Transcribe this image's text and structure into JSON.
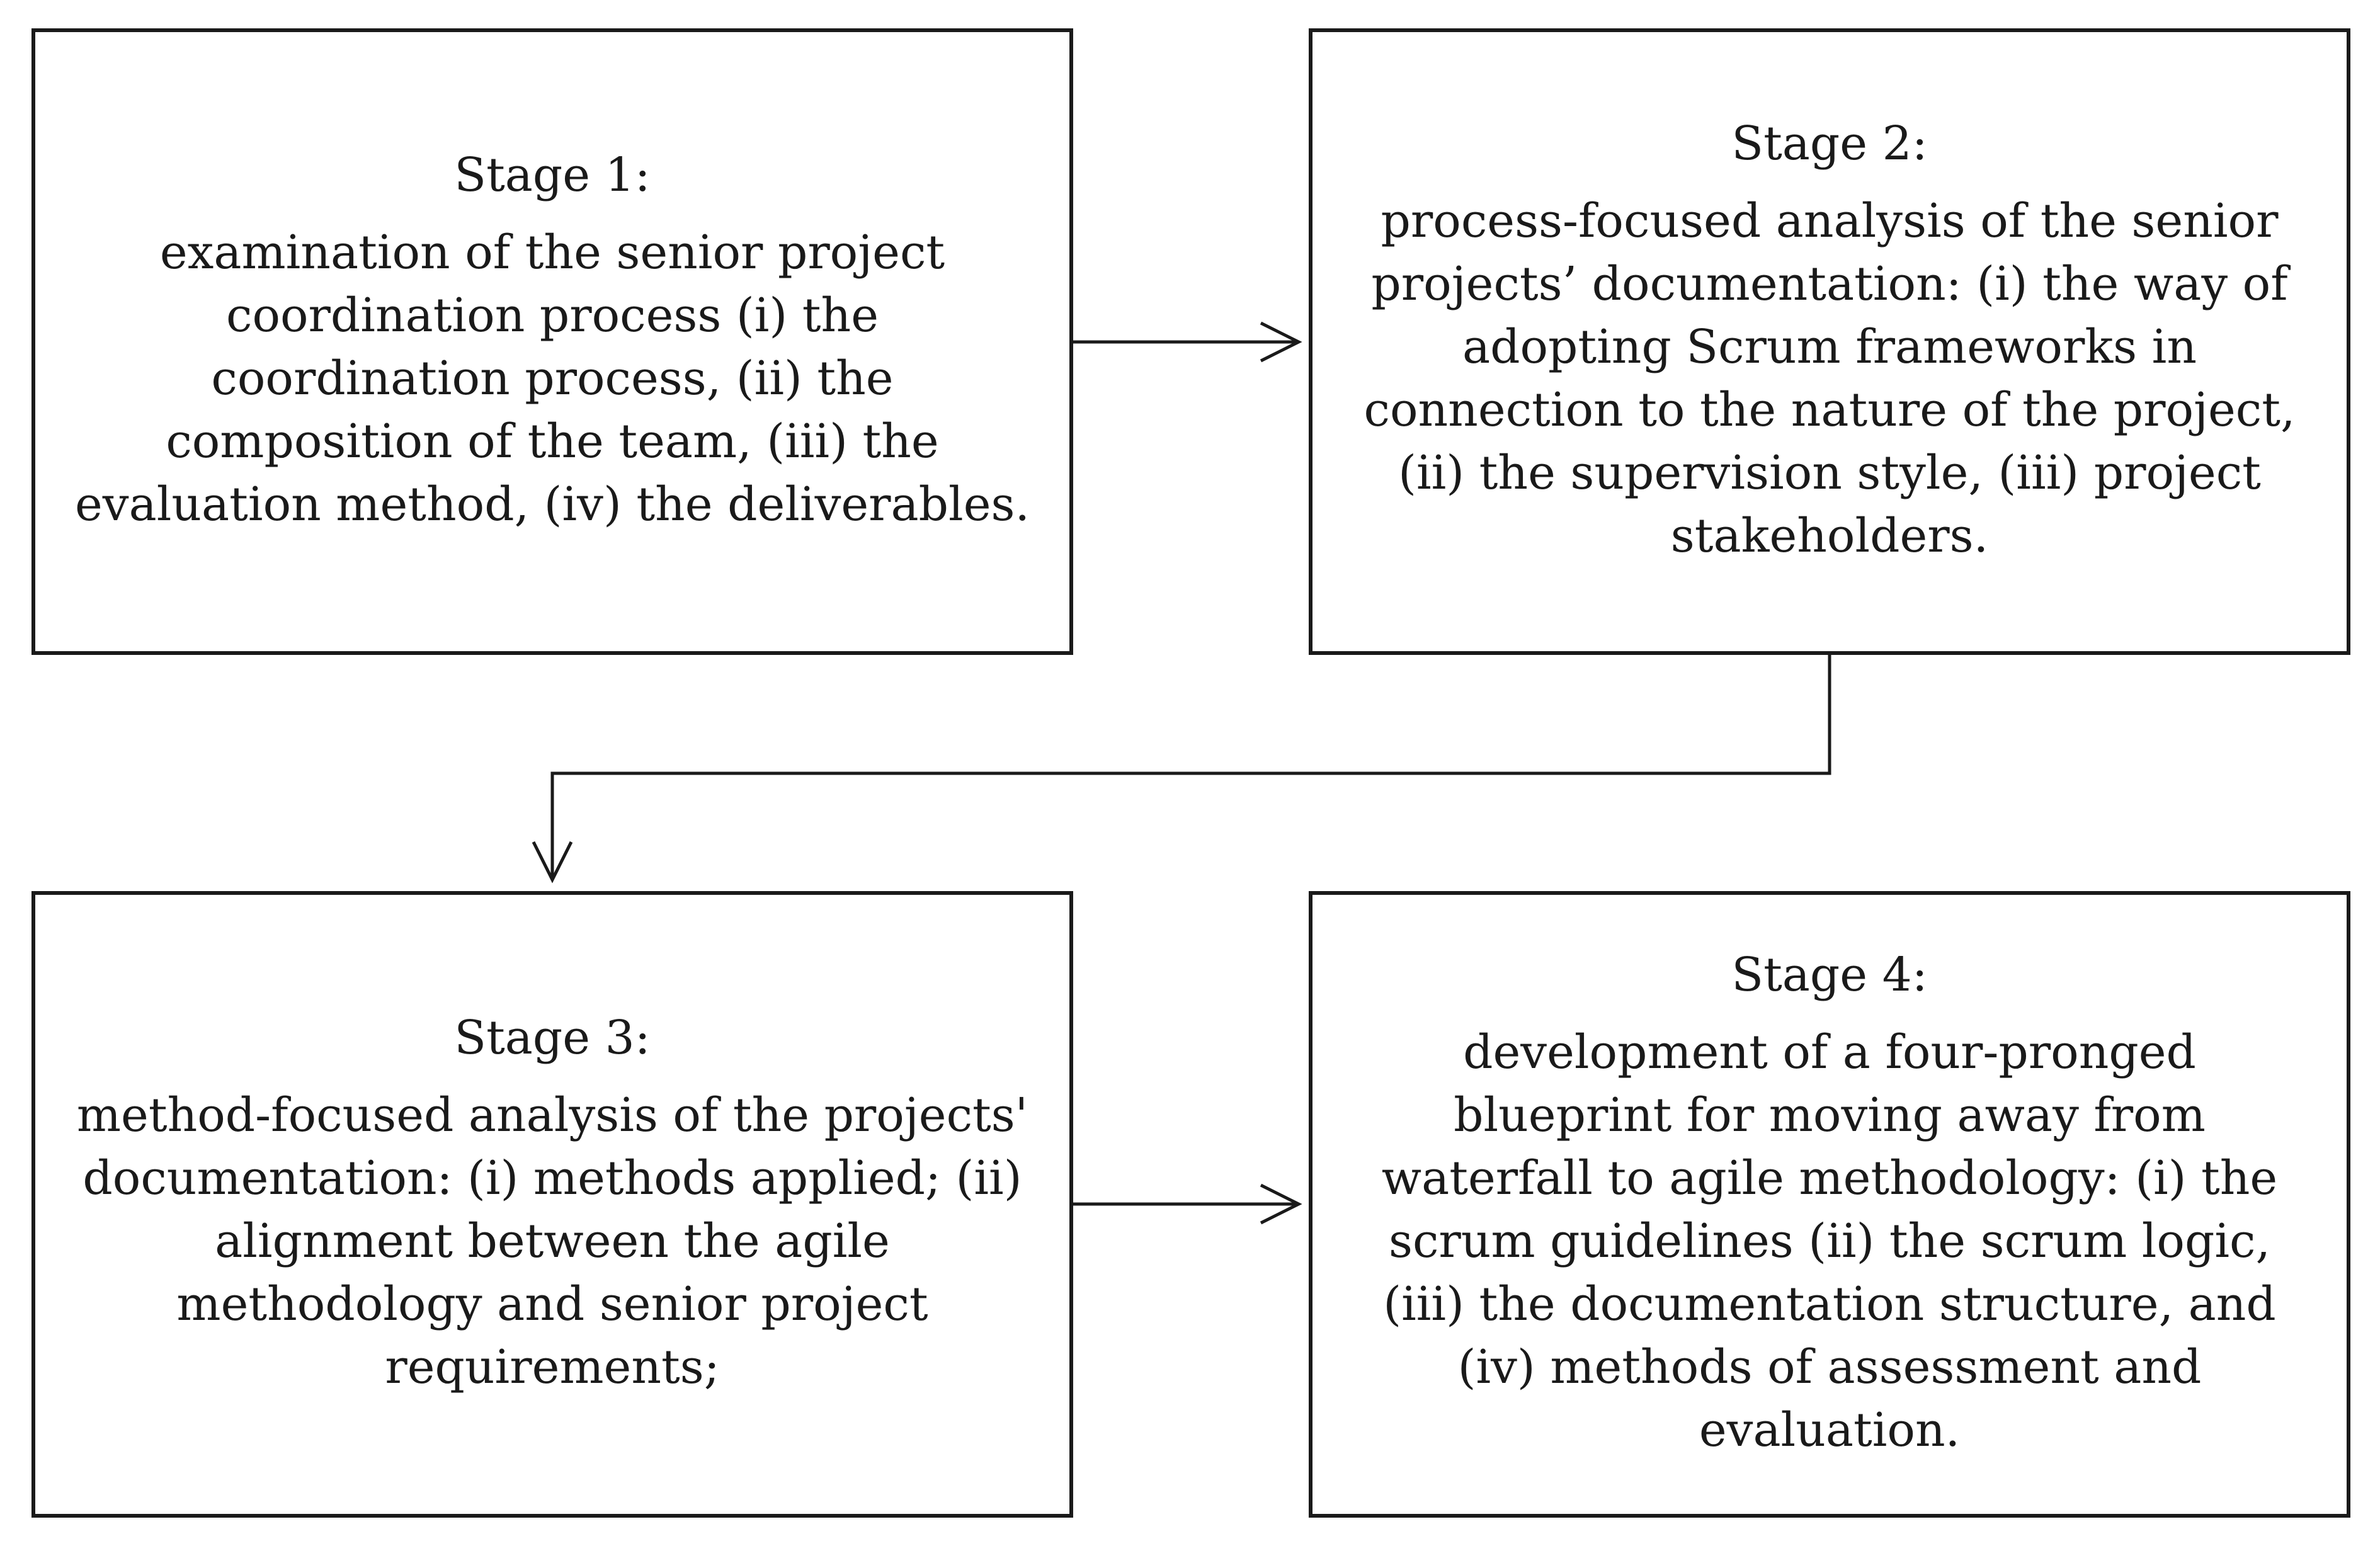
{
  "stages": [
    {
      "title": "Stage 1:",
      "text": "examination of the senior project coordination process (i) the coordination process, (ii) the composition of the team, (iii) the evaluation method, (iv) the deliverables."
    },
    {
      "title": "Stage 2:",
      "text": "process-focused analysis of the senior projects’ documentation: (i) the way of adopting Scrum frameworks in connection to the nature of the project, (ii) the supervision style, (iii) project stakeholders."
    },
    {
      "title": "Stage 3:",
      "text": "method-focused analysis of the projects' documentation: (i) methods applied; (ii) alignment between the agile methodology and senior project requirements;"
    },
    {
      "title": "Stage 4:",
      "text": "development of a four-pronged blueprint for moving away from waterfall to agile methodology: (i) the scrum guidelines (ii) the scrum logic, (iii) the documentation structure, and (iv) methods of assessment and evaluation."
    }
  ],
  "connectors": [
    {
      "from": "Stage 1",
      "to": "Stage 2"
    },
    {
      "from": "Stage 2",
      "to": "Stage 3"
    },
    {
      "from": "Stage 3",
      "to": "Stage 4"
    }
  ],
  "colors": {
    "stroke": "#1a1a1a",
    "background": "#ffffff"
  }
}
